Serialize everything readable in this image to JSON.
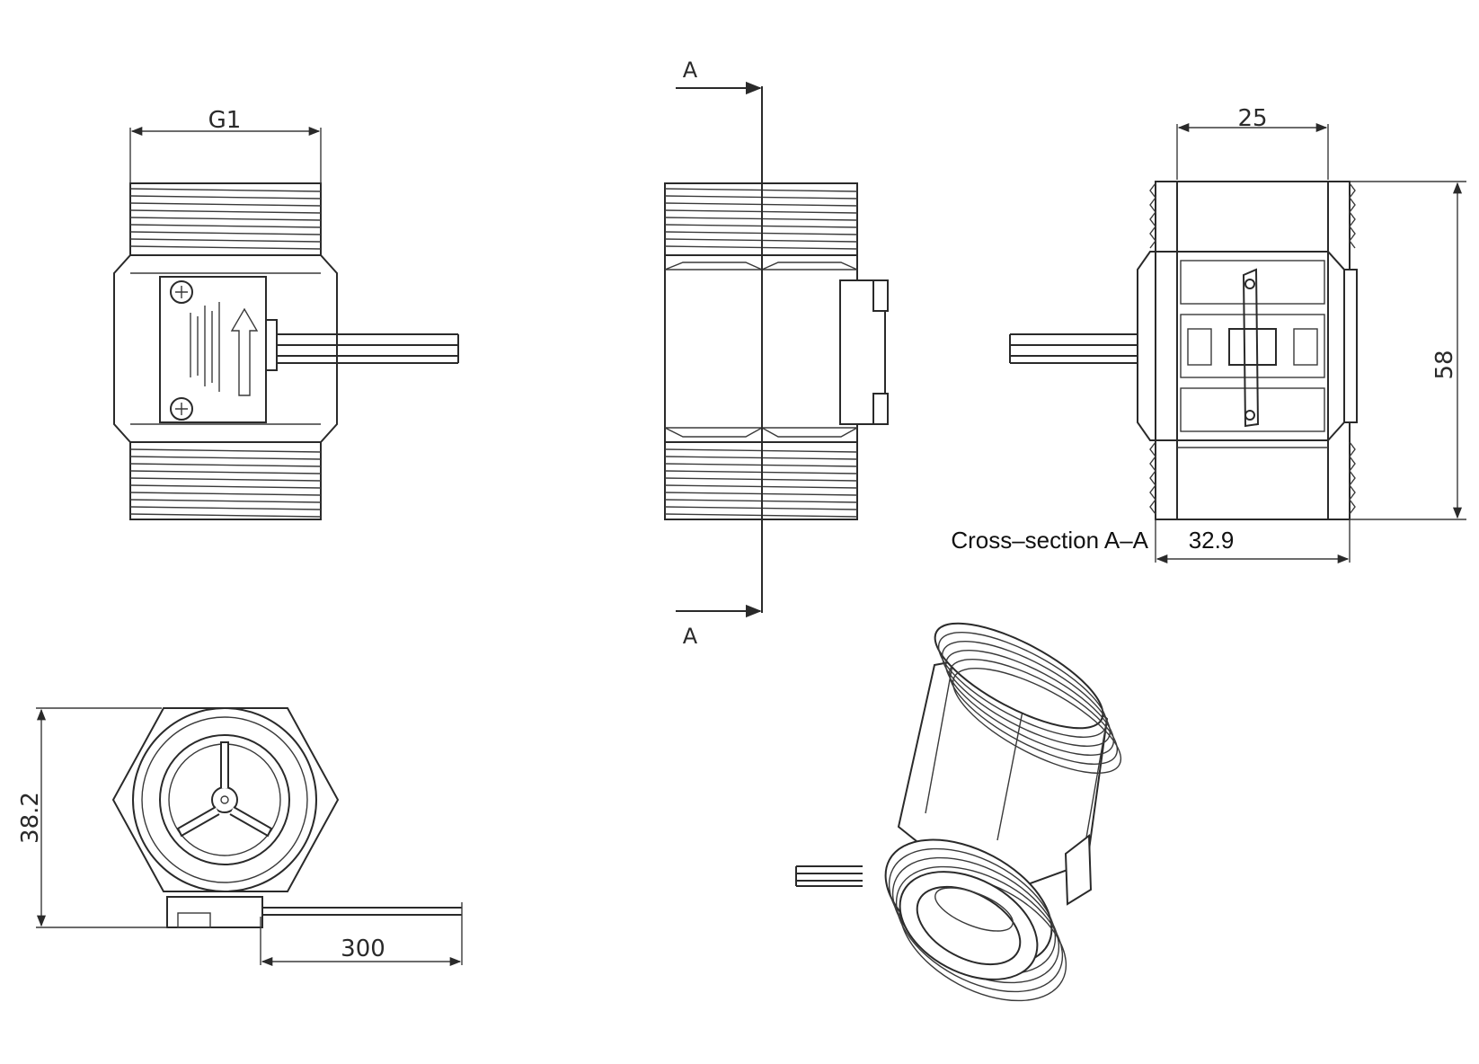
{
  "views": {
    "front": {
      "thread_label": "G1",
      "arrow_icon": "flow-arrow-icon",
      "screw_icon": "phillips-screw-icon"
    },
    "side": {
      "section_mark_top": "A",
      "section_mark_bottom": "A"
    },
    "section": {
      "caption": "Cross–section A–A",
      "width_dim": "25",
      "height_dim": "58",
      "bottom_dim": "32.9"
    },
    "end": {
      "height_dim": "38.2",
      "cable_dim": "300"
    },
    "iso": {
      "icon": "isometric-pipe-icon"
    }
  }
}
